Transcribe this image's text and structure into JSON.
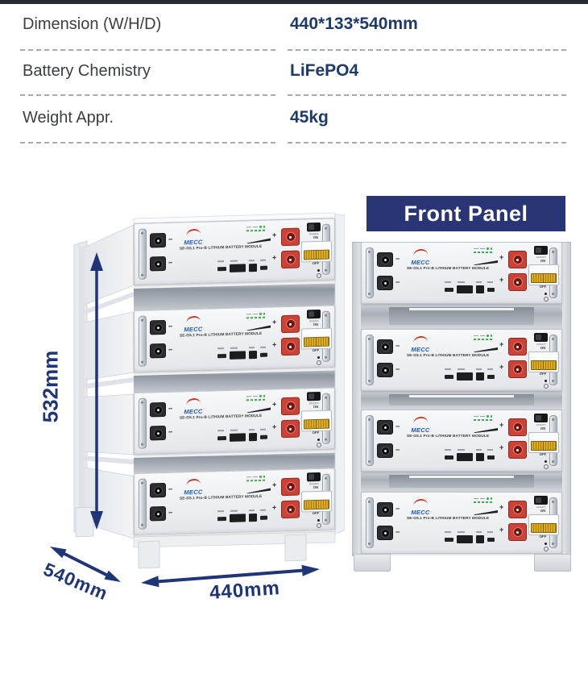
{
  "spec_table": {
    "rows": [
      {
        "label": "Dimension (W/H/D)",
        "value": "440*133*540mm"
      },
      {
        "label": "Battery Chemistry",
        "value": "LiFePO4"
      },
      {
        "label": "Weight Appr.",
        "value": "45kg"
      }
    ],
    "label_color": "#3b3e42",
    "value_color": "#1e3a6d"
  },
  "front_panel": {
    "label": "Front Panel",
    "bg_color": "#2a3575",
    "text_color": "#ffffff"
  },
  "dimensions": {
    "height": "532mm",
    "depth": "540mm",
    "width": "440mm",
    "annotation_color": "#1f3577"
  },
  "module": {
    "brand": "MECC",
    "model": "SE-G5.1 Pro-B  LITHIUM BATTERY MODULE",
    "minus_symbol": "−",
    "plus_symbol": "+",
    "switch_label": "ON/OFF",
    "breaker_on_label": "ON",
    "breaker_off_label": "OFF",
    "colors": {
      "body": "#eef0f3",
      "positive_connector": "#ce4136",
      "negative_connector": "#2b2d30",
      "breaker_contact": "#dcab22",
      "led_green": "#3fae4c",
      "logo_blue": "#1b57c4",
      "logo_red": "#c93527"
    }
  }
}
